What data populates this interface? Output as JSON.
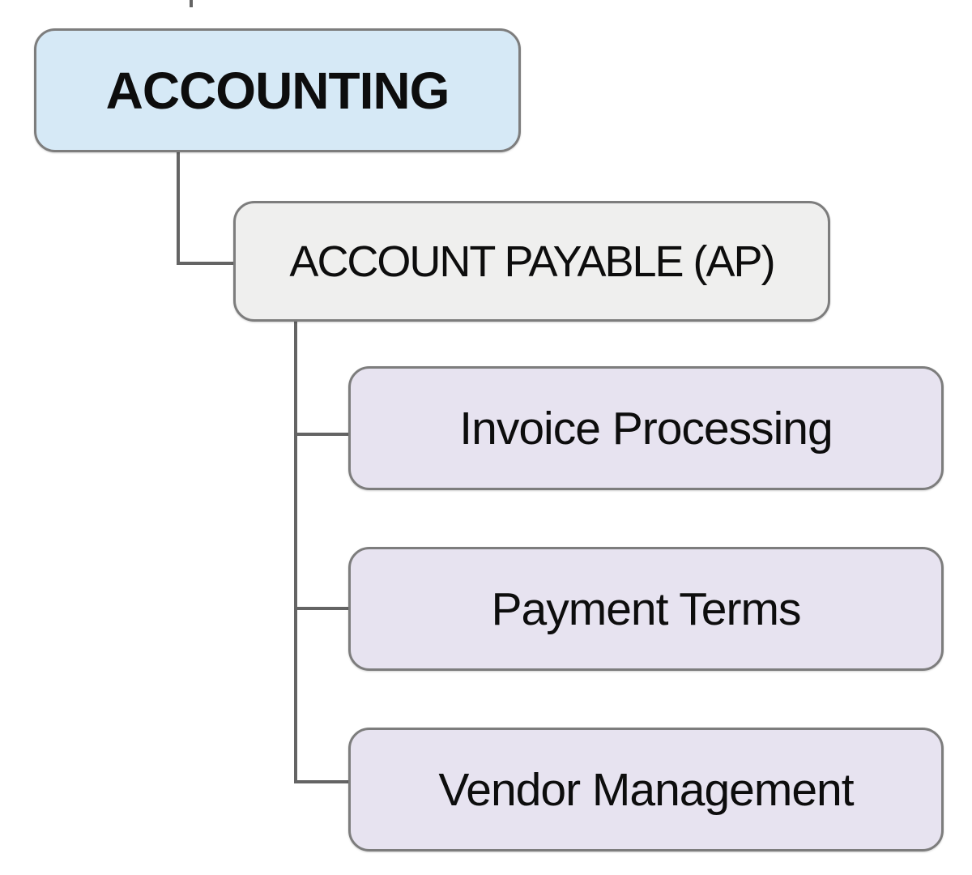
{
  "diagram": {
    "type": "org-chart",
    "background_color": "#ffffff",
    "connector_color": "#646464",
    "border_color": "#7d7d7d",
    "text_color": "#0d0d0d",
    "nodes": {
      "root": {
        "label": "ACCOUNTING",
        "fill": "#d6e9f6"
      },
      "child": {
        "label": "ACCOUNT PAYABLE (AP)",
        "fill": "#efefee"
      },
      "leaves": [
        {
          "label": "Invoice Processing",
          "fill": "#e7e3f0"
        },
        {
          "label": "Payment Terms",
          "fill": "#e7e3f0"
        },
        {
          "label": "Vendor Management",
          "fill": "#e7e3f0"
        }
      ]
    }
  }
}
